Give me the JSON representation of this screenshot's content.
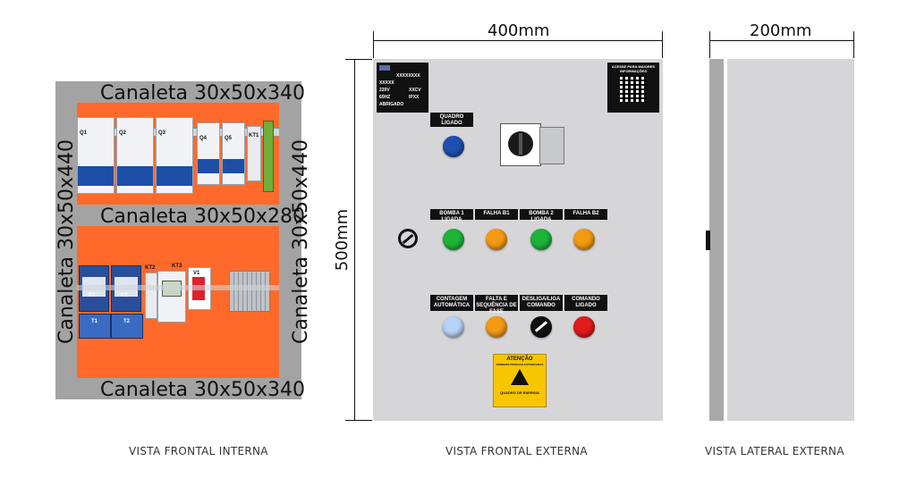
{
  "internal": {
    "canaletas": {
      "top": "Canaleta 30x50x340",
      "middle": "Canaleta 30x50x280",
      "bottom": "Canaleta 30x50x340",
      "left": "Canaleta 30x50x440",
      "right": "Canaleta 30x50x440"
    },
    "breakers": [
      "Q1",
      "Q2",
      "Q3",
      "Q4",
      "Q5"
    ],
    "kt1": "KT1",
    "contactors": [
      "K1",
      "K2"
    ],
    "relays": [
      "T1",
      "T2"
    ],
    "kt2": "KT2",
    "kt3": "KT3",
    "v1": "V1",
    "caption": "VISTA FRONTAL INTERNA"
  },
  "external": {
    "width_label": "400mm",
    "height_label": "500mm",
    "plate": {
      "model": "XXXXXXXX",
      "code": "XXXXX",
      "voltage": "220V",
      "freq": "60HZ",
      "current": "XXCV",
      "ip": "IPXX",
      "shelter": "ABRIGADO"
    },
    "qr_title": "ACESSE PARA MAIORES INFORMAÇÕES",
    "labels": {
      "quadro_ligado": "QUADRO LIGADO",
      "bomba1": "BOMBA 1 LIGADA",
      "falha_b1": "FALHA B1",
      "bomba2": "BOMBA 2 LIGADA",
      "falha_b2": "FALHA B2",
      "contagem": "CONTAGEM AUTOMÁTICA",
      "falta_fase": "FALTA E SEQUÊNCIA DE FASE",
      "desliga_liga": "DESLIGA/LIGA COMANDO",
      "comando_ligado": "COMANDO LIGADO"
    },
    "warning": {
      "title": "ATENÇÃO",
      "sub": "SOMENTE PESSOAS AUTORIZADAS",
      "footer": "QUADRO DE ENERGIA"
    },
    "colors": {
      "blue_lamp": "#1f4fb0",
      "green_lamp": "#1fb33a",
      "orange_lamp": "#f39a12",
      "light_blue_lamp": "#b9d3f7",
      "red_lamp": "#e01b1b",
      "panel": "#d6d6d8",
      "orange_plate": "#ff6a2a"
    },
    "caption": "VISTA FRONTAL EXTERNA"
  },
  "lateral": {
    "width_label": "200mm",
    "caption": "VISTA LATERAL EXTERNA"
  }
}
